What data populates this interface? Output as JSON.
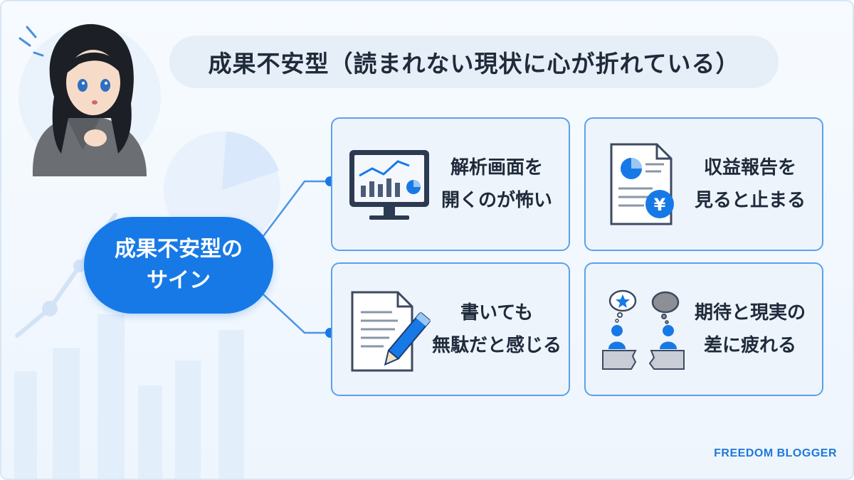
{
  "title": "成果不安型（読まれない現状に心が折れている）",
  "center": {
    "label": "成果不安型の\nサイン"
  },
  "cards": [
    {
      "label": "解析画面を\n開くのが怖い",
      "icon": "analytics-monitor-icon"
    },
    {
      "label": "収益報告を\n見ると止まる",
      "icon": "revenue-report-icon"
    },
    {
      "label": "書いても\n無駄だと感じる",
      "icon": "document-pen-icon"
    },
    {
      "label": "期待と現実の\n差に疲れる",
      "icon": "expectation-gap-icon"
    }
  ],
  "currency_symbol": "¥",
  "brand": "FREEDOM BLOGGER",
  "colors": {
    "accent": "#1779e6",
    "card_border": "#5aa2ea",
    "card_bg": "#eef4fc",
    "title_bg": "#e6eef8",
    "text": "#1f2a3a"
  }
}
